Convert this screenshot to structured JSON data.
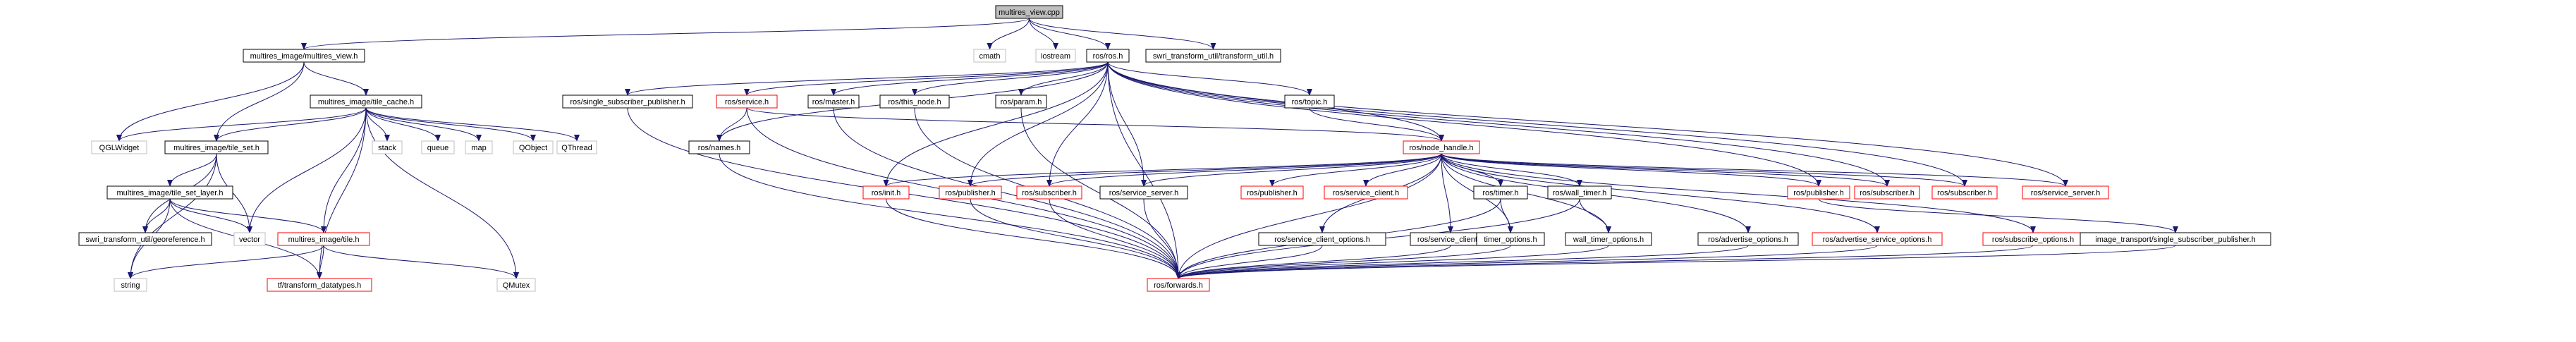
{
  "colors": {
    "edge": "#191970",
    "border_normal": "#000000",
    "border_missing": "#bfbfbf",
    "border_link": "#ff0000",
    "root_fill": "#bfbfbf",
    "node_fill": "#ffffff",
    "text_missing": "#000000"
  },
  "nodes": [
    {
      "id": "root",
      "label": "multires_view.cpp",
      "style": "root"
    },
    {
      "id": "mrv",
      "label": "multires_image/multires_view.h",
      "style": "normal"
    },
    {
      "id": "cmath",
      "label": "cmath",
      "style": "missing"
    },
    {
      "id": "iostream",
      "label": "iostream",
      "style": "missing"
    },
    {
      "id": "ros_h",
      "label": "ros/ros.h",
      "style": "normal"
    },
    {
      "id": "swri_tu",
      "label": "swri_transform_util/transform_util.h",
      "style": "normal"
    },
    {
      "id": "tile_cache",
      "label": "multires_image/tile_cache.h",
      "style": "normal"
    },
    {
      "id": "ssp",
      "label": "ros/single_subscriber_publisher.h",
      "style": "normal"
    },
    {
      "id": "service",
      "label": "ros/service.h",
      "style": "link"
    },
    {
      "id": "master",
      "label": "ros/master.h",
      "style": "normal"
    },
    {
      "id": "this_node",
      "label": "ros/this_node.h",
      "style": "normal"
    },
    {
      "id": "param",
      "label": "ros/param.h",
      "style": "normal"
    },
    {
      "id": "topic",
      "label": "ros/topic.h",
      "style": "normal"
    },
    {
      "id": "qglwidget",
      "label": "QGLWidget",
      "style": "missing"
    },
    {
      "id": "tile_set",
      "label": "multires_image/tile_set.h",
      "style": "normal"
    },
    {
      "id": "stack",
      "label": "stack",
      "style": "missing"
    },
    {
      "id": "queue",
      "label": "queue",
      "style": "missing"
    },
    {
      "id": "map",
      "label": "map",
      "style": "missing"
    },
    {
      "id": "qobject",
      "label": "QObject",
      "style": "missing"
    },
    {
      "id": "qthread",
      "label": "QThread",
      "style": "missing"
    },
    {
      "id": "names",
      "label": "ros/names.h",
      "style": "normal"
    },
    {
      "id": "node_handle",
      "label": "ros/node_handle.h",
      "style": "link"
    },
    {
      "id": "tile_set_layer",
      "label": "multires_image/tile_set_layer.h",
      "style": "normal"
    },
    {
      "id": "georef",
      "label": "swri_transform_util/georeference.h",
      "style": "normal"
    },
    {
      "id": "vector",
      "label": "vector",
      "style": "missing"
    },
    {
      "id": "tile",
      "label": "multires_image/tile.h",
      "style": "link"
    },
    {
      "id": "string",
      "label": "string",
      "style": "missing"
    },
    {
      "id": "tf_types",
      "label": "tf/transform_datatypes.h",
      "style": "link"
    },
    {
      "id": "qmutex",
      "label": "QMutex",
      "style": "missing"
    },
    {
      "id": "init",
      "label": "ros/init.h",
      "style": "link"
    },
    {
      "id": "pub1",
      "label": "ros/publisher.h",
      "style": "link"
    },
    {
      "id": "sub1",
      "label": "ros/subscriber.h",
      "style": "link"
    },
    {
      "id": "srv_server1",
      "label": "ros/service_server.h",
      "style": "normal"
    },
    {
      "id": "pub2",
      "label": "ros/publisher.h",
      "style": "link"
    },
    {
      "id": "service_client1",
      "label": "ros/service_client.h",
      "style": "link"
    },
    {
      "id": "timer",
      "label": "ros/timer.h",
      "style": "normal"
    },
    {
      "id": "wall_timer",
      "label": "ros/wall_timer.h",
      "style": "normal"
    },
    {
      "id": "pub3",
      "label": "ros/publisher.h",
      "style": "link"
    },
    {
      "id": "sub2",
      "label": "ros/subscriber.h",
      "style": "link"
    },
    {
      "id": "sub3",
      "label": "ros/subscriber.h",
      "style": "link"
    },
    {
      "id": "srv_server2",
      "label": "ros/service_server.h",
      "style": "link"
    },
    {
      "id": "sc_options",
      "label": "ros/service_client_options.h",
      "style": "normal"
    },
    {
      "id": "service_client2",
      "label": "ros/service_client.h",
      "style": "normal"
    },
    {
      "id": "timer_options",
      "label": "timer_options.h",
      "style": "normal"
    },
    {
      "id": "wt_options",
      "label": "wall_timer_options.h",
      "style": "normal"
    },
    {
      "id": "adv_options",
      "label": "ros/advertise_options.h",
      "style": "normal"
    },
    {
      "id": "adv_srv_options",
      "label": "ros/advertise_service_options.h",
      "style": "link"
    },
    {
      "id": "sub_options",
      "label": "ros/subscribe_options.h",
      "style": "link"
    },
    {
      "id": "it_ssp",
      "label": "image_transport/single_subscriber_publisher.h",
      "style": "normal"
    },
    {
      "id": "forwards",
      "label": "ros/forwards.h",
      "style": "link"
    }
  ],
  "edges": [
    [
      "root",
      "mrv"
    ],
    [
      "root",
      "cmath"
    ],
    [
      "root",
      "iostream"
    ],
    [
      "root",
      "ros_h"
    ],
    [
      "root",
      "swri_tu"
    ],
    [
      "mrv",
      "qglwidget"
    ],
    [
      "mrv",
      "tile_set"
    ],
    [
      "mrv",
      "tile_cache"
    ],
    [
      "tile_cache",
      "tile_set"
    ],
    [
      "tile_cache",
      "stack"
    ],
    [
      "tile_cache",
      "queue"
    ],
    [
      "tile_cache",
      "map"
    ],
    [
      "tile_cache",
      "qobject"
    ],
    [
      "tile_cache",
      "qthread"
    ],
    [
      "tile_cache",
      "qmutex"
    ],
    [
      "tile_cache",
      "vector"
    ],
    [
      "tile_cache",
      "tile"
    ],
    [
      "tile_cache",
      "tf_types"
    ],
    [
      "tile_cache",
      "qglwidget"
    ],
    [
      "tile_set",
      "tile_set_layer"
    ],
    [
      "tile_set",
      "georef"
    ],
    [
      "tile_set",
      "vector"
    ],
    [
      "tile_set",
      "string"
    ],
    [
      "tile_set_layer",
      "georef"
    ],
    [
      "tile_set_layer",
      "tile"
    ],
    [
      "tile_set_layer",
      "vector"
    ],
    [
      "tile_set_layer",
      "string"
    ],
    [
      "tile_set_layer",
      "tf_types"
    ],
    [
      "tile",
      "string"
    ],
    [
      "tile",
      "tf_types"
    ],
    [
      "tile",
      "qmutex"
    ],
    [
      "ros_h",
      "ssp"
    ],
    [
      "ros_h",
      "service"
    ],
    [
      "ros_h",
      "master"
    ],
    [
      "ros_h",
      "this_node"
    ],
    [
      "ros_h",
      "param"
    ],
    [
      "ros_h",
      "topic"
    ],
    [
      "ros_h",
      "names"
    ],
    [
      "ros_h",
      "node_handle"
    ],
    [
      "ros_h",
      "init"
    ],
    [
      "ros_h",
      "pub1"
    ],
    [
      "ros_h",
      "sub1"
    ],
    [
      "ros_h",
      "srv_server1"
    ],
    [
      "ros_h",
      "pub3"
    ],
    [
      "ros_h",
      "sub2"
    ],
    [
      "ros_h",
      "sub3"
    ],
    [
      "ros_h",
      "srv_server2"
    ],
    [
      "ros_h",
      "forwards"
    ],
    [
      "ssp",
      "forwards"
    ],
    [
      "service",
      "names"
    ],
    [
      "service",
      "node_handle"
    ],
    [
      "service",
      "forwards"
    ],
    [
      "names",
      "forwards"
    ],
    [
      "master",
      "forwards"
    ],
    [
      "this_node",
      "forwards"
    ],
    [
      "param",
      "forwards"
    ],
    [
      "topic",
      "node_handle"
    ],
    [
      "node_handle",
      "init"
    ],
    [
      "node_handle",
      "pub1"
    ],
    [
      "node_handle",
      "sub1"
    ],
    [
      "node_handle",
      "srv_server1"
    ],
    [
      "node_handle",
      "pub2"
    ],
    [
      "node_handle",
      "service_client1"
    ],
    [
      "node_handle",
      "timer"
    ],
    [
      "node_handle",
      "wall_timer"
    ],
    [
      "node_handle",
      "pub3"
    ],
    [
      "node_handle",
      "sub2"
    ],
    [
      "node_handle",
      "sub3"
    ],
    [
      "node_handle",
      "srv_server2"
    ],
    [
      "node_handle",
      "sc_options"
    ],
    [
      "node_handle",
      "service_client2"
    ],
    [
      "node_handle",
      "timer_options"
    ],
    [
      "node_handle",
      "wt_options"
    ],
    [
      "node_handle",
      "adv_options"
    ],
    [
      "node_handle",
      "adv_srv_options"
    ],
    [
      "node_handle",
      "sub_options"
    ],
    [
      "node_handle",
      "forwards"
    ],
    [
      "init",
      "forwards"
    ],
    [
      "pub1",
      "forwards"
    ],
    [
      "sub1",
      "forwards"
    ],
    [
      "srv_server1",
      "forwards"
    ],
    [
      "timer",
      "timer_options"
    ],
    [
      "timer",
      "forwards"
    ],
    [
      "wall_timer",
      "wt_options"
    ],
    [
      "wall_timer",
      "forwards"
    ],
    [
      "sc_options",
      "forwards"
    ],
    [
      "service_client2",
      "forwards"
    ],
    [
      "timer_options",
      "forwards"
    ],
    [
      "wt_options",
      "forwards"
    ],
    [
      "adv_options",
      "forwards"
    ],
    [
      "adv_srv_options",
      "forwards"
    ],
    [
      "sub_options",
      "forwards"
    ],
    [
      "pub3",
      "it_ssp"
    ],
    [
      "it_ssp",
      "forwards"
    ]
  ]
}
